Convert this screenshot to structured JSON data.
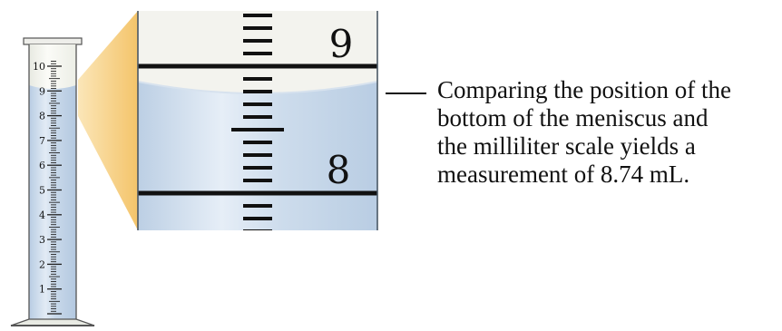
{
  "cylinder": {
    "scale_labels": [
      "1",
      "2",
      "3",
      "4",
      "5",
      "6",
      "7",
      "8",
      "9",
      "10"
    ]
  },
  "magnified_view": {
    "upper_label": "9",
    "lower_label": "8"
  },
  "caption": {
    "lines": [
      "Comparing the position of the",
      "bottom of the meniscus and",
      "the milliliter scale yields a",
      "measurement of 8.74 mL."
    ]
  },
  "reading": {
    "value": 8.74,
    "unit": "mL"
  },
  "colors": {
    "liquid": "#c9d9ea",
    "liquid_highlight": "#e6eef7",
    "glass": "#f3f4ee",
    "zoom_cone": "#f6cf83",
    "ink": "#111111"
  }
}
